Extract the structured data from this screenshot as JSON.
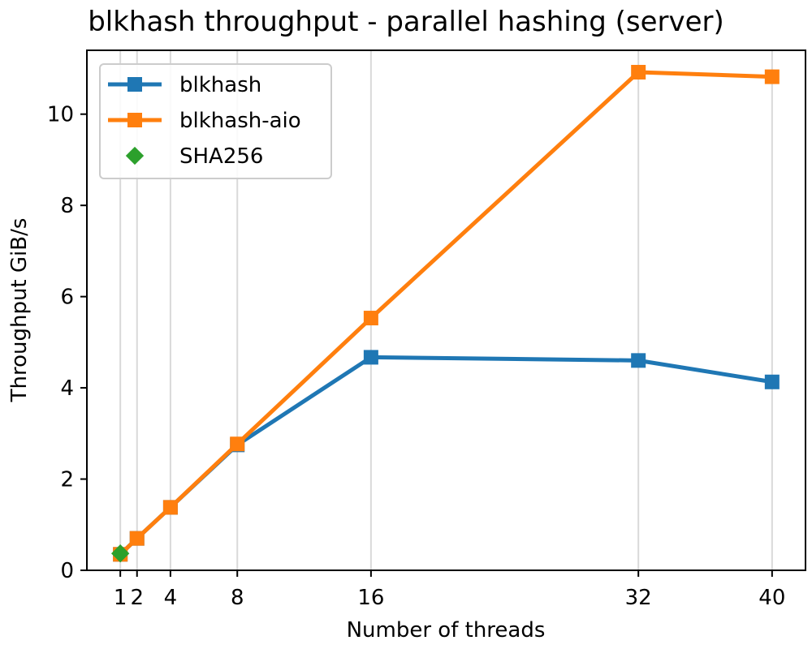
{
  "chart_data": {
    "type": "line",
    "title": "blkhash throughput - parallel hashing (server)",
    "xlabel": "Number of threads",
    "ylabel": "Throughput GiB/s",
    "xlim": [
      -1,
      42
    ],
    "ylim": [
      0,
      11.4
    ],
    "xticks": [
      1,
      2,
      4,
      8,
      16,
      32,
      40
    ],
    "xtick_labels": [
      "1",
      "2",
      "4",
      "8",
      "16",
      "32",
      "40"
    ],
    "yticks": [
      0,
      2,
      4,
      6,
      8,
      10
    ],
    "ytick_labels": [
      "0",
      "2",
      "4",
      "6",
      "8",
      "10"
    ],
    "grid": "vertical",
    "legend_position": "top-left",
    "series": [
      {
        "name": "blkhash",
        "color": "#1f77b4",
        "marker": "square",
        "line": true,
        "x": [
          1,
          2,
          4,
          8,
          16,
          32,
          40
        ],
        "y": [
          0.35,
          0.7,
          1.38,
          2.75,
          4.67,
          4.6,
          4.13
        ]
      },
      {
        "name": "blkhash-aio",
        "color": "#ff7f0e",
        "marker": "square",
        "line": true,
        "x": [
          1,
          2,
          4,
          8,
          16,
          32,
          40
        ],
        "y": [
          0.35,
          0.7,
          1.38,
          2.77,
          5.53,
          10.92,
          10.82
        ]
      },
      {
        "name": "SHA256",
        "color": "#2ca02c",
        "marker": "diamond",
        "line": false,
        "x": [
          1
        ],
        "y": [
          0.37
        ]
      }
    ]
  }
}
